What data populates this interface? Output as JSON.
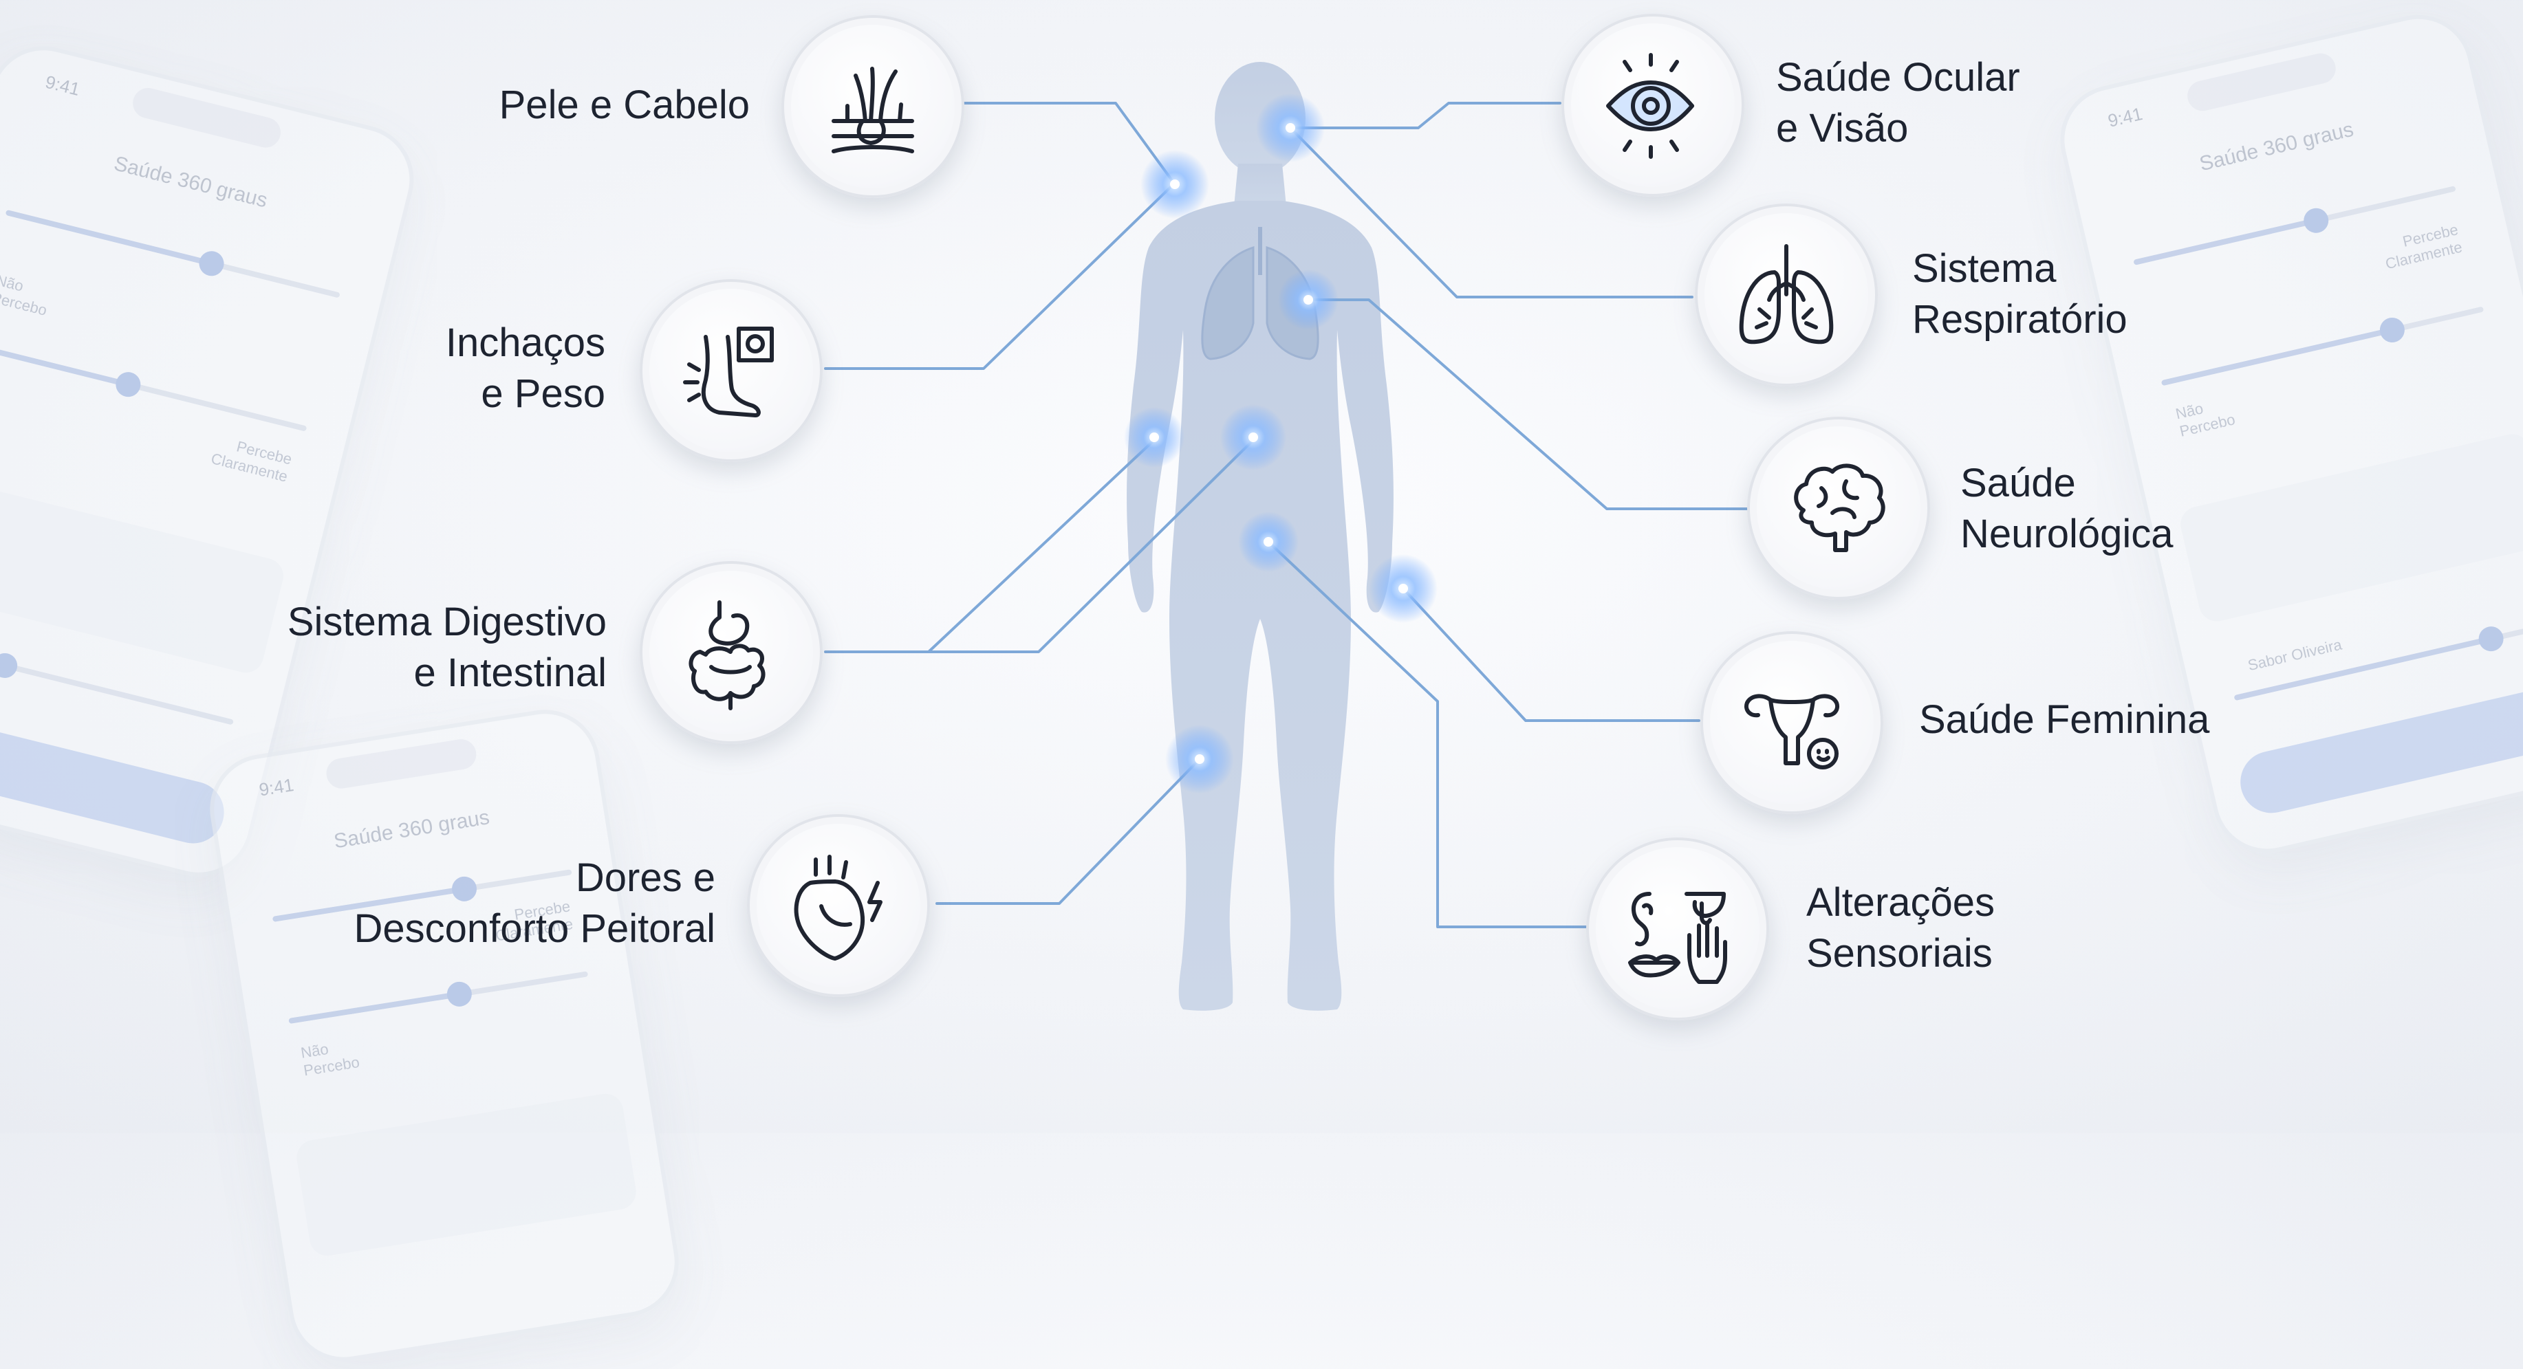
{
  "categories": {
    "pele": {
      "line1": "Pele e Cabelo",
      "icon": "hair-skin-icon"
    },
    "inchacos": {
      "line1": "Inchaços",
      "line2": "e Peso",
      "icon": "swollen-leg-scale-icon"
    },
    "digestivo": {
      "line1": "Sistema Digestivo",
      "line2": "e Intestinal",
      "icon": "digestive-system-icon"
    },
    "dores": {
      "line1": "Dores e",
      "line2": "Desconforto Peitoral",
      "icon": "heart-pain-icon"
    },
    "ocular": {
      "line1": "Saúde Ocular",
      "line2": "e Visão",
      "icon": "eye-icon"
    },
    "respiratorio": {
      "line1": "Sistema",
      "line2": "Respiratório",
      "icon": "lungs-icon"
    },
    "neurologica": {
      "line1": "Saúde",
      "line2": "Neurológica",
      "icon": "brain-icon"
    },
    "feminina": {
      "line1": "Saúde Feminina",
      "icon": "uterus-icon"
    },
    "sensoriais": {
      "line1": "Alterações",
      "line2": "Sensoriais",
      "icon": "senses-icon"
    }
  },
  "phones": {
    "time": "9:41",
    "title": "Saúde 360 graus",
    "low": "Não Percebo",
    "high": "Percebe Claramente",
    "extra": "Sabor Oliveira"
  },
  "colors": {
    "body": "#c7d3e6",
    "line": "#7aa6d8",
    "glow": "#6fa8ff",
    "icon_stroke": "#1f2430"
  }
}
